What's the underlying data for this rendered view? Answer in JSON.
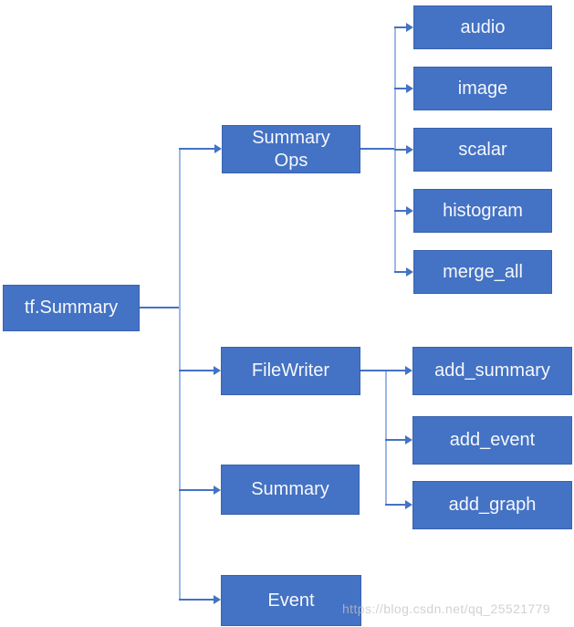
{
  "nodes": {
    "tf_summary": {
      "label": "tf.Summary"
    },
    "summary_ops": {
      "label": "Summary Ops"
    },
    "filewriter": {
      "label": "FileWriter"
    },
    "summary": {
      "label": "Summary"
    },
    "event": {
      "label": "Event"
    },
    "audio": {
      "label": "audio"
    },
    "image": {
      "label": "image"
    },
    "scalar": {
      "label": "scalar"
    },
    "histogram": {
      "label": "histogram"
    },
    "merge_all": {
      "label": "merge_all"
    },
    "add_summary": {
      "label": "add_summary"
    },
    "add_event": {
      "label": "add_event"
    },
    "add_graph": {
      "label": "add_graph"
    }
  },
  "watermark": {
    "text": "https://blog.csdn.net/qq_25521779"
  },
  "colors": {
    "node_fill": "#4472C4",
    "node_border": "#3863AE",
    "line": "#4472C4",
    "line_light": "#9DB8E6",
    "text": "#F5F8FC",
    "watermark": "#C3C3C3"
  }
}
